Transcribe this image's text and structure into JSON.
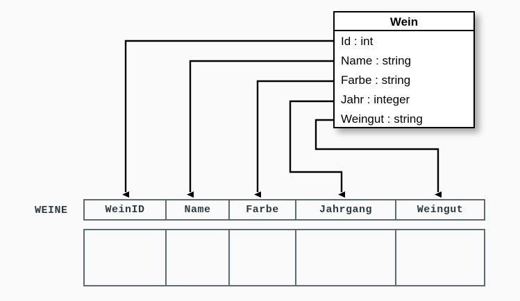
{
  "diagram": {
    "background_color": "#fafafa",
    "uml_class": {
      "name": "Wein",
      "attributes": [
        {
          "label": "Id : int",
          "attr_name": "Id",
          "type": "int"
        },
        {
          "label": "Name : string",
          "attr_name": "Name",
          "type": "string"
        },
        {
          "label": "Farbe : string",
          "attr_name": "Farbe",
          "type": "string"
        },
        {
          "label": "Jahr : integer",
          "attr_name": "Jahr",
          "type": "integer"
        },
        {
          "label": "Weingut : string",
          "attr_name": "Weingut",
          "type": "string"
        }
      ],
      "border_color": "#000000",
      "fill_color": "#ffffff"
    },
    "relation": {
      "label": "WEINE",
      "columns": [
        {
          "label": "WeinID"
        },
        {
          "label": "Name"
        },
        {
          "label": "Farbe"
        },
        {
          "label": "Jahrgang"
        },
        {
          "label": "Weingut"
        }
      ],
      "rows": [
        {
          "cells": [
            "",
            "",
            "",
            "",
            ""
          ]
        }
      ],
      "text_color": "#2a3b42",
      "border_color": "#5a6b72"
    },
    "mappings": [
      {
        "from": "Id",
        "to": "WeinID"
      },
      {
        "from": "Name",
        "to": "Name"
      },
      {
        "from": "Farbe",
        "to": "Farbe"
      },
      {
        "from": "Jahr",
        "to": "Jahrgang"
      },
      {
        "from": "Weingut",
        "to": "Weingut"
      }
    ],
    "connector_color": "#000000"
  }
}
